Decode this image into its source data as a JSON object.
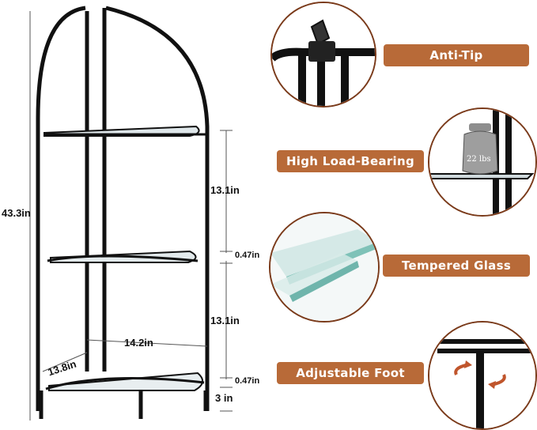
{
  "dimensions": {
    "height_total": "43.3in",
    "shelf_gap_top": "13.1in",
    "shelf_gap_bottom": "13.1in",
    "glass_thickness_top": "0.47in",
    "glass_thickness_bottom": "0.47in",
    "shelf_width": "14.2in",
    "shelf_depth": "13.8in",
    "foot_height": "3 in"
  },
  "features": [
    {
      "label": "Anti-Tip",
      "icon": "anti-tip-clip-icon"
    },
    {
      "label": "High Load-Bearing",
      "icon": "weight-icon",
      "weight_text": "22 lbs"
    },
    {
      "label": "Tempered Glass",
      "icon": "glass-edge-icon"
    },
    {
      "label": "Adjustable Foot",
      "icon": "rotate-foot-icon"
    }
  ],
  "colors": {
    "accent": "#b86a38",
    "frame": "#111111",
    "circle_border": "#7a3a1a"
  }
}
